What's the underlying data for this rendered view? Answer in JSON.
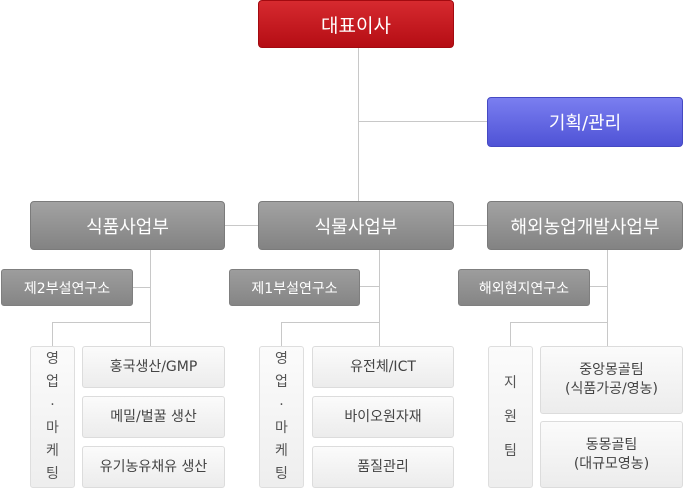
{
  "ceo": "대표이사",
  "planning": "기획/관리",
  "divisions": [
    {
      "name": "식품사업부",
      "lab": "제2부설연구소",
      "vertical": [
        "영",
        "업",
        "·",
        "마",
        "케",
        "팅"
      ],
      "teams": [
        {
          "line1": "홍국생산/GMP",
          "line2": ""
        },
        {
          "line1": "메밀/벌꿀 생산",
          "line2": ""
        },
        {
          "line1": "유기농유채유 생산",
          "line2": ""
        }
      ]
    },
    {
      "name": "식물사업부",
      "lab": "제1부설연구소",
      "vertical": [
        "영",
        "업",
        "·",
        "마",
        "케",
        "팅"
      ],
      "teams": [
        {
          "line1": "유전체/ICT",
          "line2": ""
        },
        {
          "line1": "바이오원자재",
          "line2": ""
        },
        {
          "line1": "품질관리",
          "line2": ""
        }
      ]
    },
    {
      "name": "해외농업개발사업부",
      "lab": "해외현지연구소",
      "vertical": [
        "지",
        "원",
        "팀"
      ],
      "teams": [
        {
          "line1": "중앙몽골팀",
          "line2": "(식품가공/영농)"
        },
        {
          "line1": "동몽골팀",
          "line2": "(대규모영농)"
        }
      ]
    }
  ]
}
